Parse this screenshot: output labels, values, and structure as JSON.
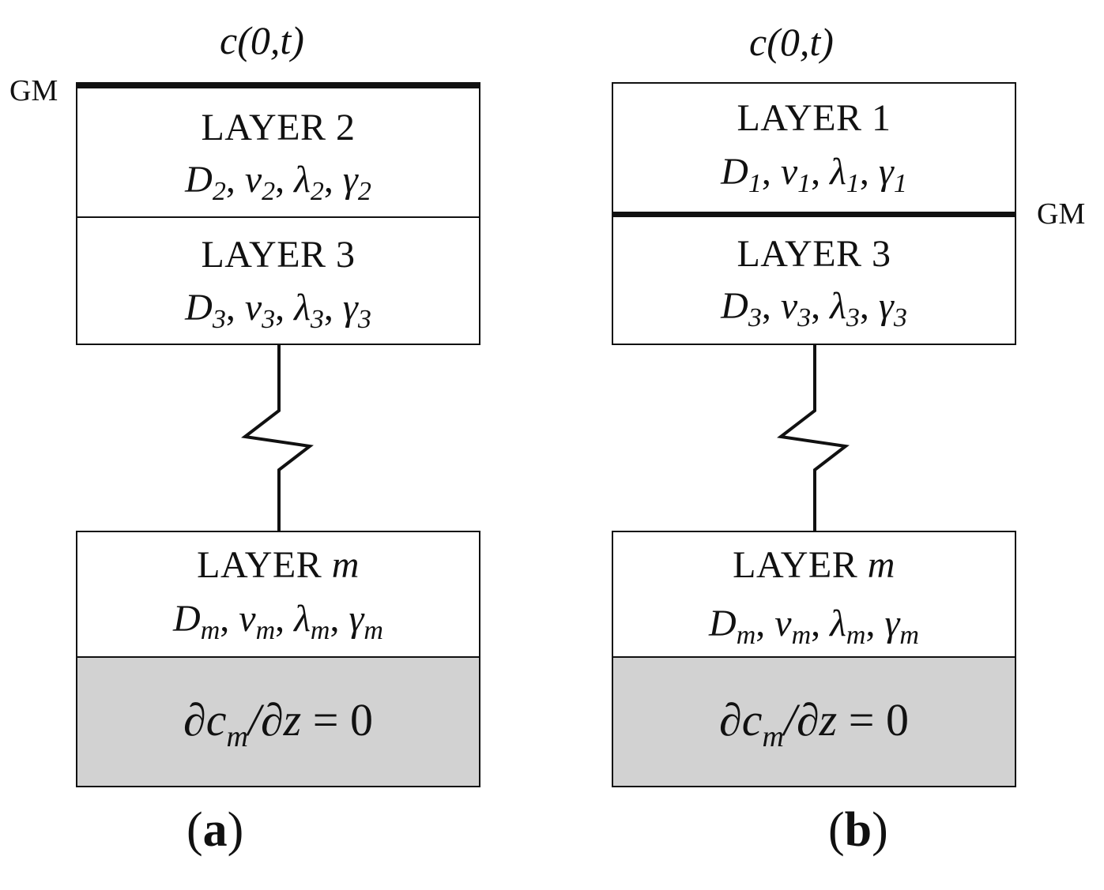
{
  "panel_a": {
    "title": "c(0,t)",
    "gm_label": "GM",
    "layers": [
      {
        "label": "LAYER 2",
        "label_suffix": "",
        "D": "D",
        "v": "v",
        "lambda": "λ",
        "gamma": "γ",
        "sub": "2"
      },
      {
        "label": "LAYER 3",
        "label_suffix": "",
        "D": "D",
        "v": "v",
        "lambda": "λ",
        "gamma": "γ",
        "sub": "3"
      }
    ],
    "bottom_layer": {
      "label": "LAYER ",
      "label_suffix": "m",
      "D": "D",
      "v": "v",
      "lambda": "λ",
      "gamma": "γ",
      "sub": "m"
    },
    "boundary": {
      "left": "∂c",
      "sub": "m",
      "right": "/∂z",
      "eq": " = 0"
    },
    "caption_open": "(",
    "caption_letter": "a",
    "caption_close": ")"
  },
  "panel_b": {
    "title": "c(0,t)",
    "gm_label": "GM",
    "layers": [
      {
        "label": "LAYER 1",
        "label_suffix": "",
        "D": "D",
        "v": "v",
        "lambda": "λ",
        "gamma": "γ",
        "sub": "1"
      },
      {
        "label": "LAYER 3",
        "label_suffix": "",
        "D": "D",
        "v": "v",
        "lambda": "λ",
        "gamma": "γ",
        "sub": "3"
      }
    ],
    "bottom_layer": {
      "label": "LAYER ",
      "label_suffix": "m",
      "D": "D",
      "v": "v",
      "lambda": "λ",
      "gamma": "γ",
      "sub": "m"
    },
    "boundary": {
      "left": "∂c",
      "sub": "m",
      "right": "/∂z",
      "eq": " = 0"
    },
    "caption_open": "(",
    "caption_letter": "b",
    "caption_close": ")"
  },
  "separator": ", "
}
